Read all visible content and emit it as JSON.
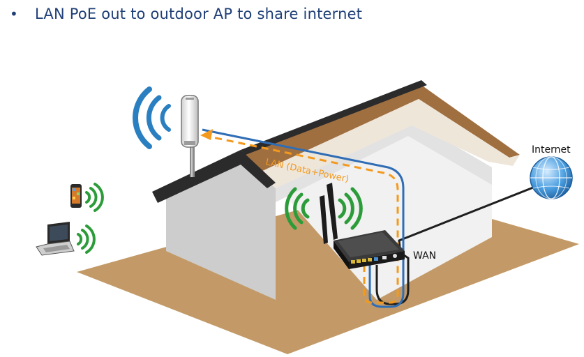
{
  "slide": {
    "bullet": "•",
    "title": "LAN PoE out to outdoor AP to share internet"
  },
  "labels": {
    "internet": "Internet",
    "lan": "LAN (Data+Power)",
    "wan": "WAN"
  },
  "icons": [
    "outdoor-ap-icon",
    "router-icon",
    "globe-icon",
    "smartphone-icon",
    "laptop-icon",
    "wifi-waves-icon",
    "house-icon"
  ],
  "colors": {
    "title": "#1f3f77",
    "lan_cable": "#2f6db5",
    "poe_path": "#f39a1e",
    "wan_cable": "#222222",
    "wifi_blue": "#2a7fc1",
    "wifi_green": "#2c9c3a",
    "ground": "#c39a67",
    "roof": "#9b6b3c"
  }
}
